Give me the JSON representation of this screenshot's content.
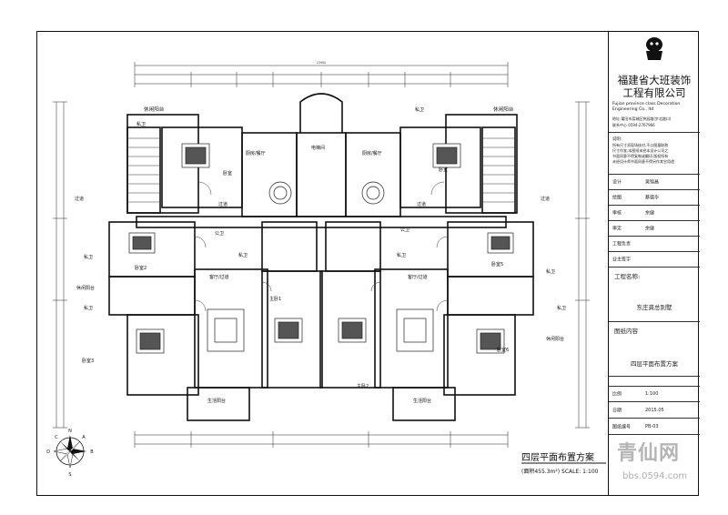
{
  "drawing": {
    "title": "四层平面布置方案",
    "subtitle": "(面积455.3m²) SCALE: 1:100",
    "overall_dim": "23900"
  },
  "company": {
    "name_line1": "福建省大班装饰",
    "name_line2": "工程有限公司",
    "name_en": "Fujian province class Decoration Engineering Co., ltd",
    "address": "地址:莆田市荔城区拱辰路(步北路口)",
    "contact": "联系中心 0594-2767966"
  },
  "notes": {
    "title": "说明:",
    "lines": [
      "所有尺寸须现场核对,不以图量取和",
      "尺寸作准,本图纸未经本设计公司之",
      "书面同意不得复制或翻印,版权所有",
      "未经设计师书面同意不得另作其它用途"
    ]
  },
  "titleblock_rows": [
    {
      "label": "设计",
      "value": "吴锦昌"
    },
    {
      "label": "绘图",
      "value": "蔡德华"
    },
    {
      "label": "审核",
      "value": "余健"
    },
    {
      "label": "审定",
      "value": "余健"
    },
    {
      "label": "工程负责",
      "value": ""
    },
    {
      "label": "业主签字",
      "value": ""
    }
  ],
  "project": {
    "label": "工程名称:",
    "value": "东庄龚总别墅"
  },
  "sheet": {
    "label": "图纸内容",
    "value": "四层平面布置方案"
  },
  "meta_rows": [
    {
      "label": "比例",
      "value": "1:100"
    },
    {
      "label": "日期",
      "value": "2015.05"
    },
    {
      "label": "图纸编号",
      "value": "PB-03"
    }
  ],
  "watermark": {
    "text": "青仙网",
    "url": "bbs.0594.com"
  },
  "rooms": {
    "rest_balcony_left": "休闲阳台",
    "rest_balcony_right": "休闲阳台",
    "bath_top_left": "私卫",
    "bath_top_right": "私卫",
    "bedroom_top_left": "卧室",
    "bedroom_top_right": "卧室",
    "kitchen_left": "厨房/餐厅",
    "kitchen_right": "厨房/餐厅",
    "elevator": "电梯间",
    "corridor_left": "过道",
    "corridor_right": "过道",
    "corridor_center_left": "过道",
    "corridor_center_right": "过道",
    "pub_bath_left": "公卫",
    "pub_bath_right": "公卫",
    "bath_mid_left": "私卫",
    "bath_mid_right": "私卫",
    "bath_side_left": "私卫",
    "bath_side_right": "私卫",
    "bedroom2": "卧室2",
    "bedroom5": "卧室5",
    "rest_balcony_side_left": "休闲阳台",
    "rest_balcony_side_right": "休闲阳台",
    "bath_low_left": "私卫",
    "bath_low_right": "私卫",
    "living_left": "客厅/过道",
    "living_right": "客厅/过道",
    "master1": "主卧1",
    "master2": "主卧2",
    "bedroom3": "卧室3",
    "bedroom6": "卧室6",
    "life_balcony_left": "生活阳台",
    "life_balcony_right": "生活阳台"
  },
  "compass": {
    "north": "N",
    "south": "S",
    "east": "B",
    "west": "D",
    "ne": "A",
    "nw": "C"
  }
}
